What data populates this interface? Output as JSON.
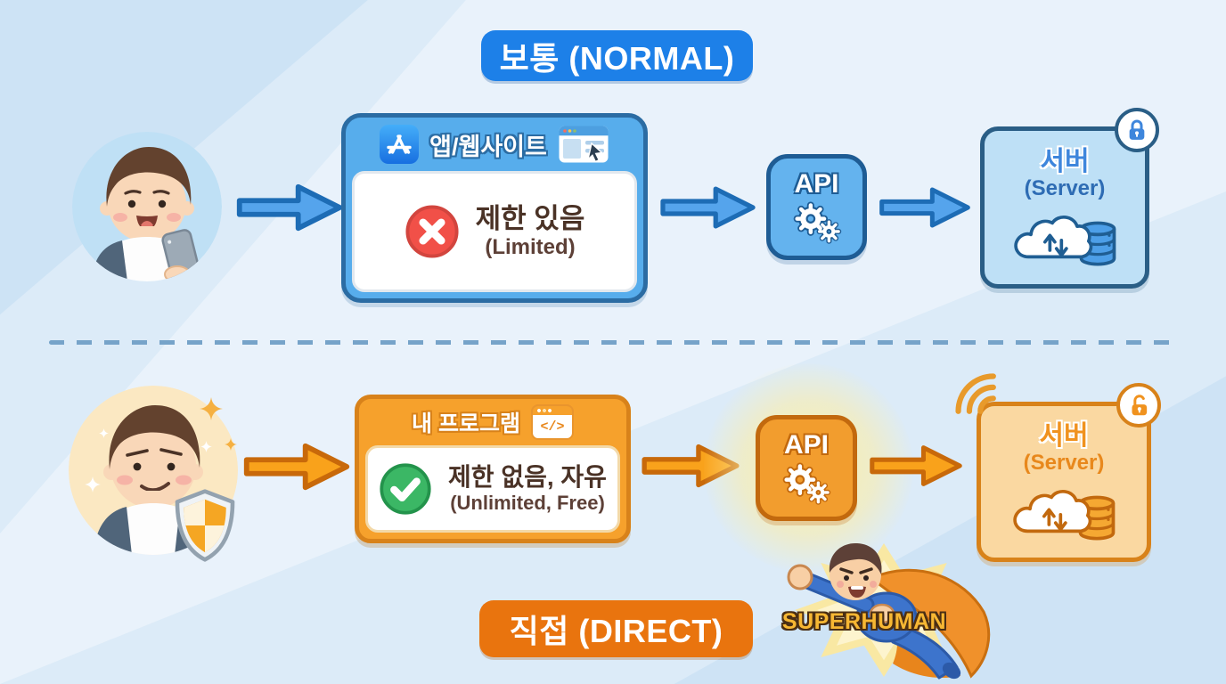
{
  "normal": {
    "title": "보통 (NORMAL)",
    "app_box": {
      "header": "앱/웹사이트",
      "status_ko": "제한 있음",
      "status_en": "(Limited)"
    },
    "api_label": "API",
    "server": {
      "name_ko": "서버",
      "name_en": "(Server)"
    }
  },
  "direct": {
    "title": "직접 (DIRECT)",
    "program_box": {
      "header": "내 프로그램",
      "code_glyph": "</>",
      "status_ko": "제한 없음, 자유",
      "status_en": "(Unlimited, Free)"
    },
    "api_label": "API",
    "server": {
      "name_ko": "서버",
      "name_en": "(Server)"
    },
    "superhuman_label": "SUPERHUMAN"
  },
  "colors": {
    "background": "#DCEBF8",
    "normal_accent": "#1D80E8",
    "normal_border": "#2B6CA3",
    "direct_accent": "#E9740E",
    "direct_border": "#D8821A",
    "limited_red": "#F15048",
    "success_green": "#3BB765",
    "text_brown": "#4A3226"
  }
}
